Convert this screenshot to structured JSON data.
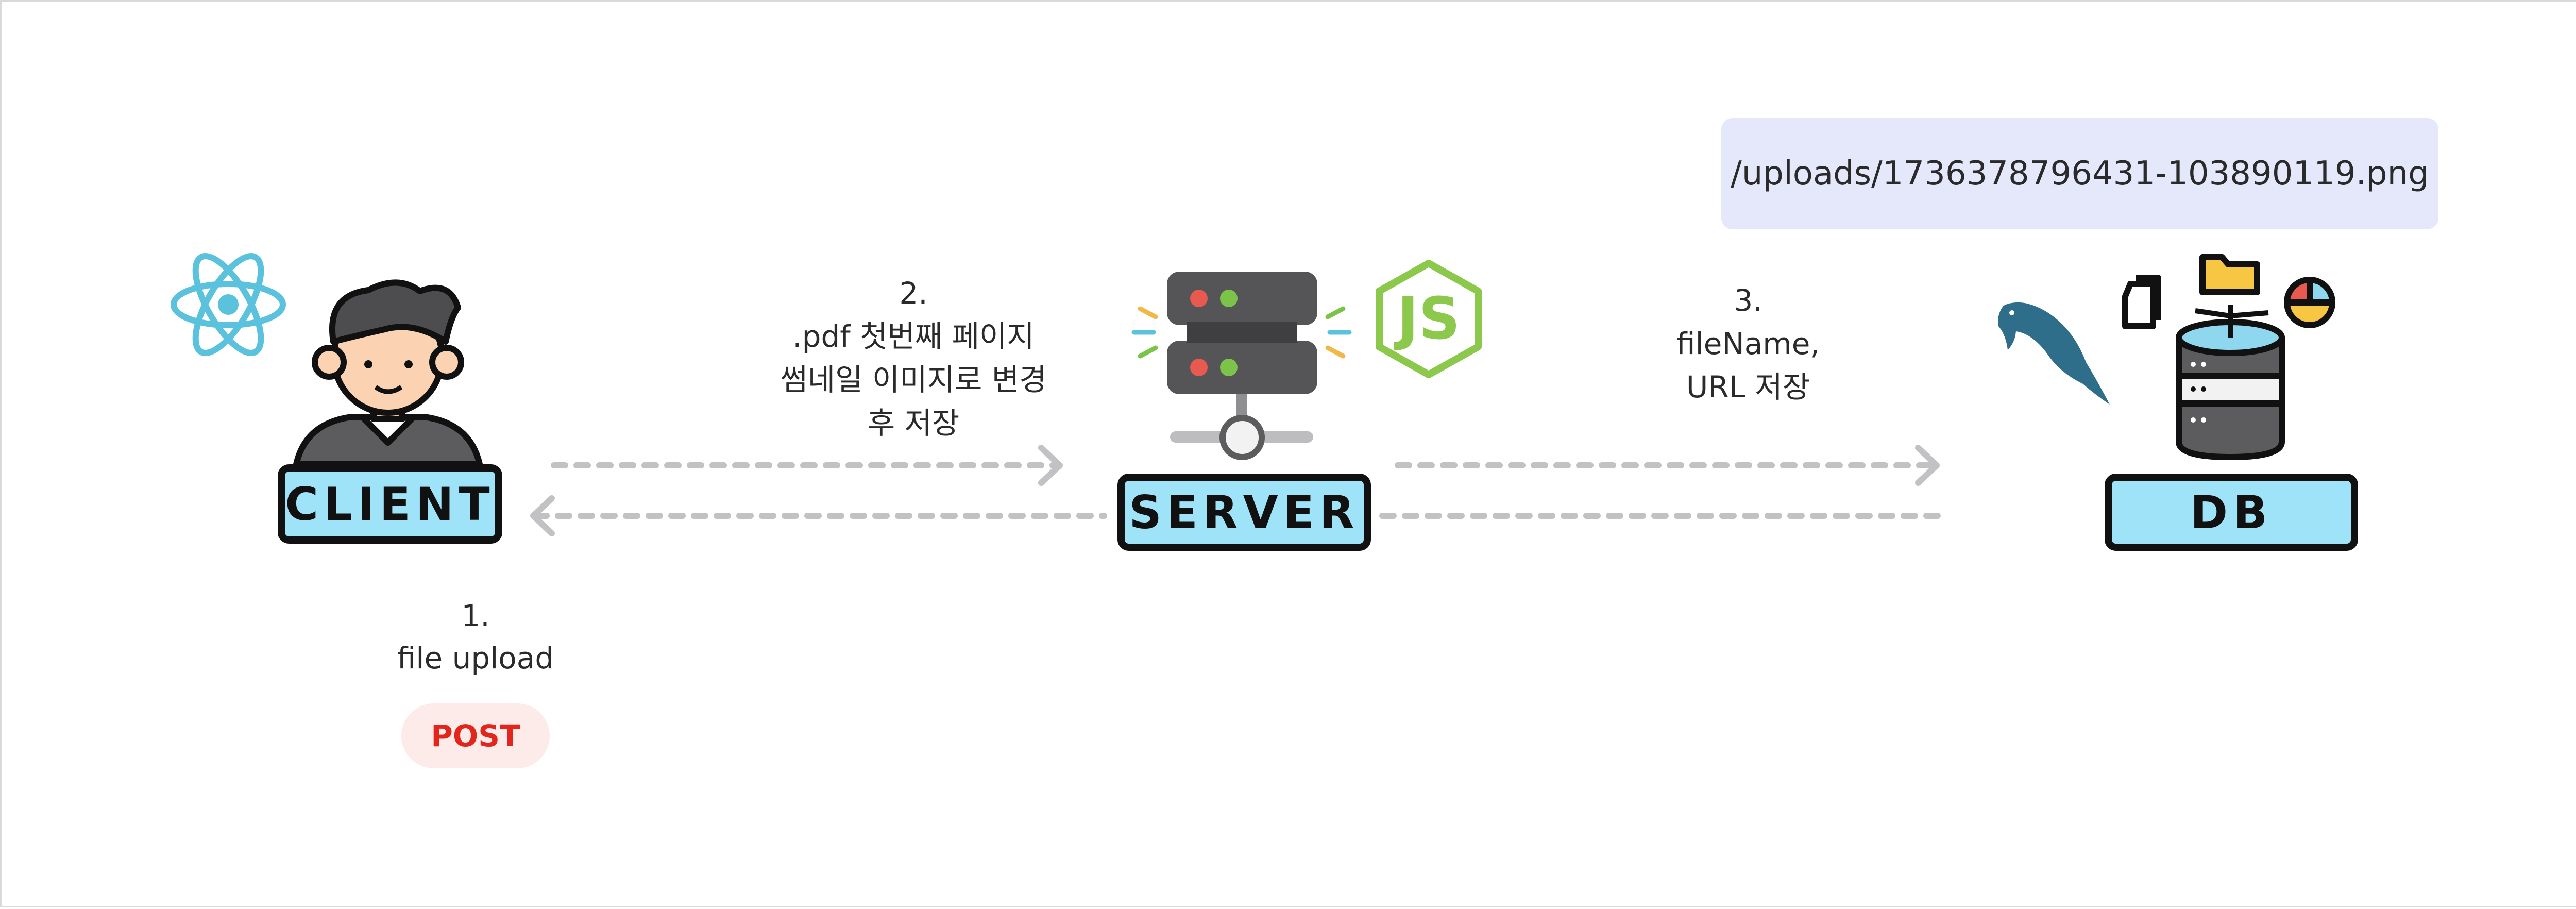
{
  "client": {
    "label": "CLIENT",
    "step": "1.",
    "description": "file upload",
    "method": "POST"
  },
  "server": {
    "label": "SERVER",
    "step": "2.",
    "description_lines": [
      ".pdf 첫번째 페이지",
      "썸네일 이미지로 변경",
      "후 저장"
    ]
  },
  "db": {
    "label": "DB",
    "step": "3.",
    "description_lines": [
      "fileName,",
      "URL 저장"
    ],
    "stored_path": "/uploads/1736378796431-103890119.png"
  },
  "icons": [
    "react-icon",
    "developer-avatar-icon",
    "server-rack-icon",
    "nodejs-icon",
    "mysql-dolphin-icon",
    "database-icon",
    "document-icon",
    "folder-icon",
    "pie-chart-icon"
  ],
  "colors": {
    "label_fill": "#9fe3f8",
    "label_border": "#111111",
    "arrow": "#c2c2c4",
    "post_text": "#e3261b",
    "post_bg": "#fdebe9",
    "url_bg": "#e5e8fb",
    "react": "#5bc2dd",
    "nodejs": "#8cc84b",
    "mysql": "#2e6e8a"
  }
}
